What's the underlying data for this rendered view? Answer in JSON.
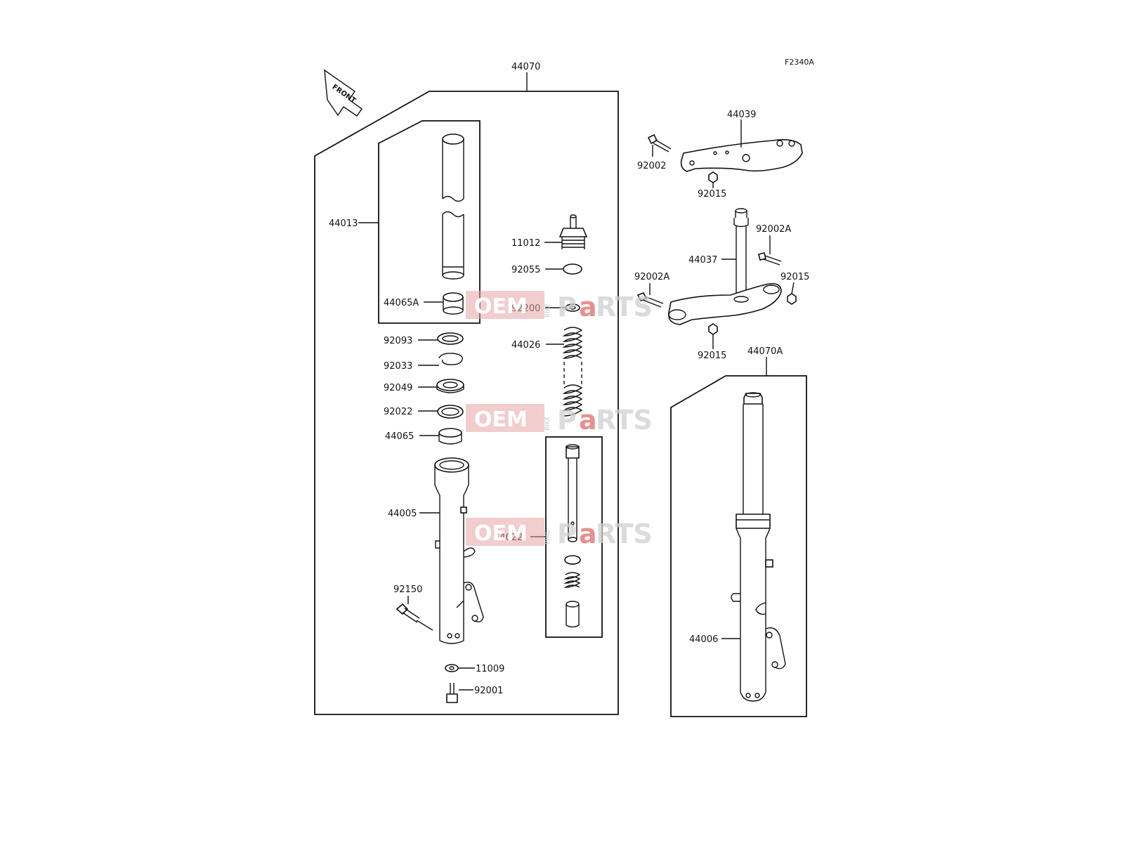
{
  "diagram_code": "F2340A",
  "front_label": "FRONT",
  "watermark": {
    "oem": "OEM",
    "bike": "BIKE",
    "p": "P",
    "a": "a",
    "rts": "RTS"
  },
  "labels": {
    "l44070": "44070",
    "l44013": "44013",
    "l44065A": "44065A",
    "l92093": "92093",
    "l92033": "92033",
    "l92049": "92049",
    "l92022": "92022",
    "l44065": "44065",
    "l44005": "44005",
    "l92150": "92150",
    "l11009": "11009",
    "l92001": "92001",
    "l11012": "11012",
    "l92055": "92055",
    "l92200": "92200",
    "l44026": "44026",
    "l44022": "44022",
    "l44039": "44039",
    "l92002": "92002",
    "l92015_top": "92015",
    "l44037": "44037",
    "l92002A_right": "92002A",
    "l92015_right": "92015",
    "l92002A_left": "92002A",
    "l92015_bottom": "92015",
    "l44070A": "44070A",
    "l44006": "44006"
  }
}
